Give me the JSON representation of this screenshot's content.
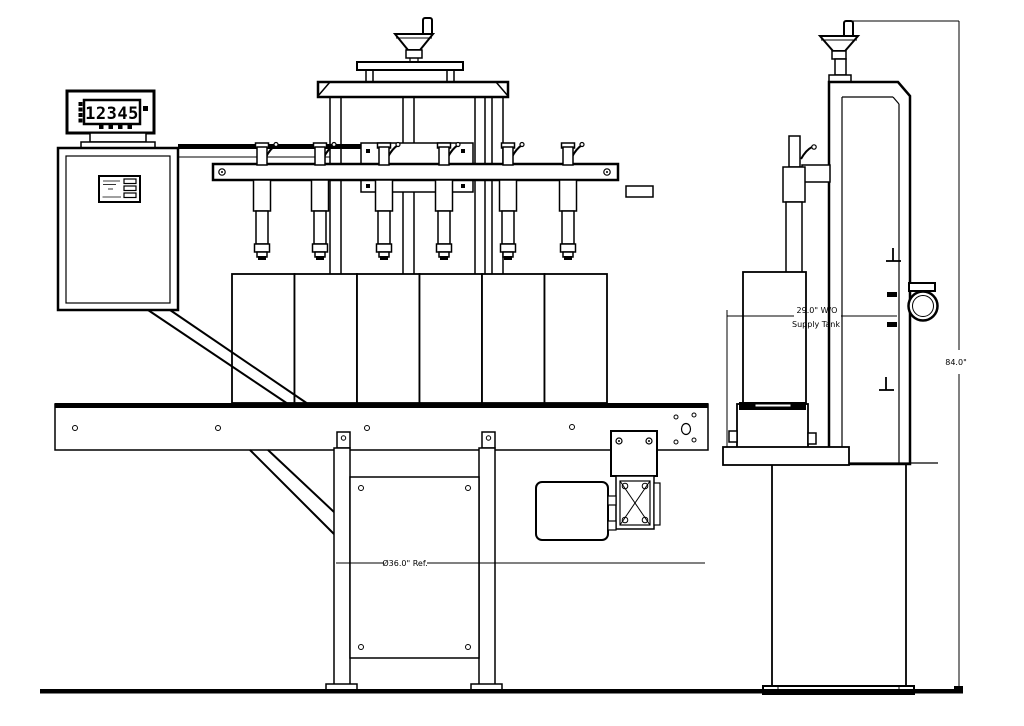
{
  "display": {
    "value": "12345"
  },
  "dimensions": {
    "ref_width": "Ø36.0\" Ref.",
    "wo_supply_tank_line1": "29.0\" W/O",
    "wo_supply_tank_line2": "Supply Tank",
    "overall_height": "84.0\""
  },
  "counts": {
    "filling_nozzles": 6,
    "containers": 6
  },
  "colors": {
    "line": "#000000",
    "background": "#ffffff"
  }
}
